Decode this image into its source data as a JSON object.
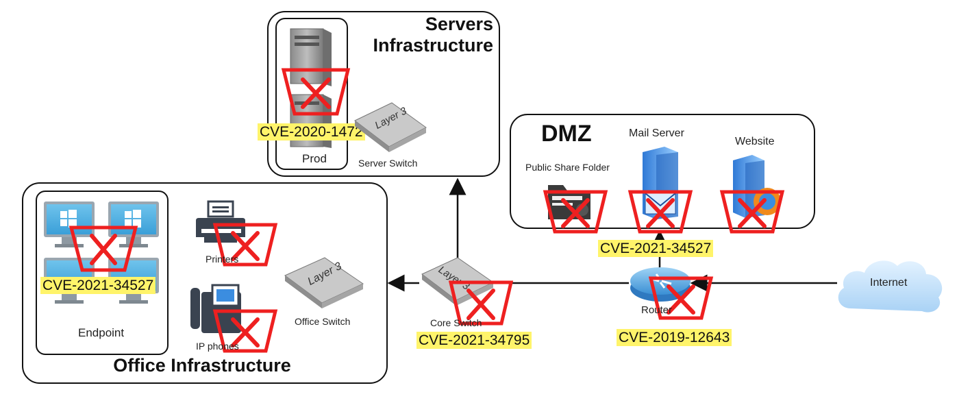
{
  "zones": {
    "servers_title": "Servers Infrastructure",
    "office_title": "Office Infrastructure",
    "dmz_title": "DMZ"
  },
  "nodes": {
    "prod": "Prod",
    "server_switch": "Server Switch",
    "endpoint": "Endpoint",
    "printers": "Printers",
    "ip_phones": "IP phones",
    "office_switch": "Office Switch",
    "core_switch": "Core Switch",
    "router": "Router",
    "internet": "Internet",
    "public_share": "Public Share Folder",
    "mail_server": "Mail Server",
    "website": "Website",
    "switch_face": "Layer 3"
  },
  "cves": {
    "prod": "CVE-2020-1472",
    "endpoint": "CVE-2021-34527",
    "dmz": "CVE-2021-34527",
    "core_switch": "CVE-2021-34795",
    "router": "CVE-2019-12643"
  },
  "colors": {
    "mark": "#ee2020",
    "highlight": "#fff46a",
    "border": "#111111"
  }
}
